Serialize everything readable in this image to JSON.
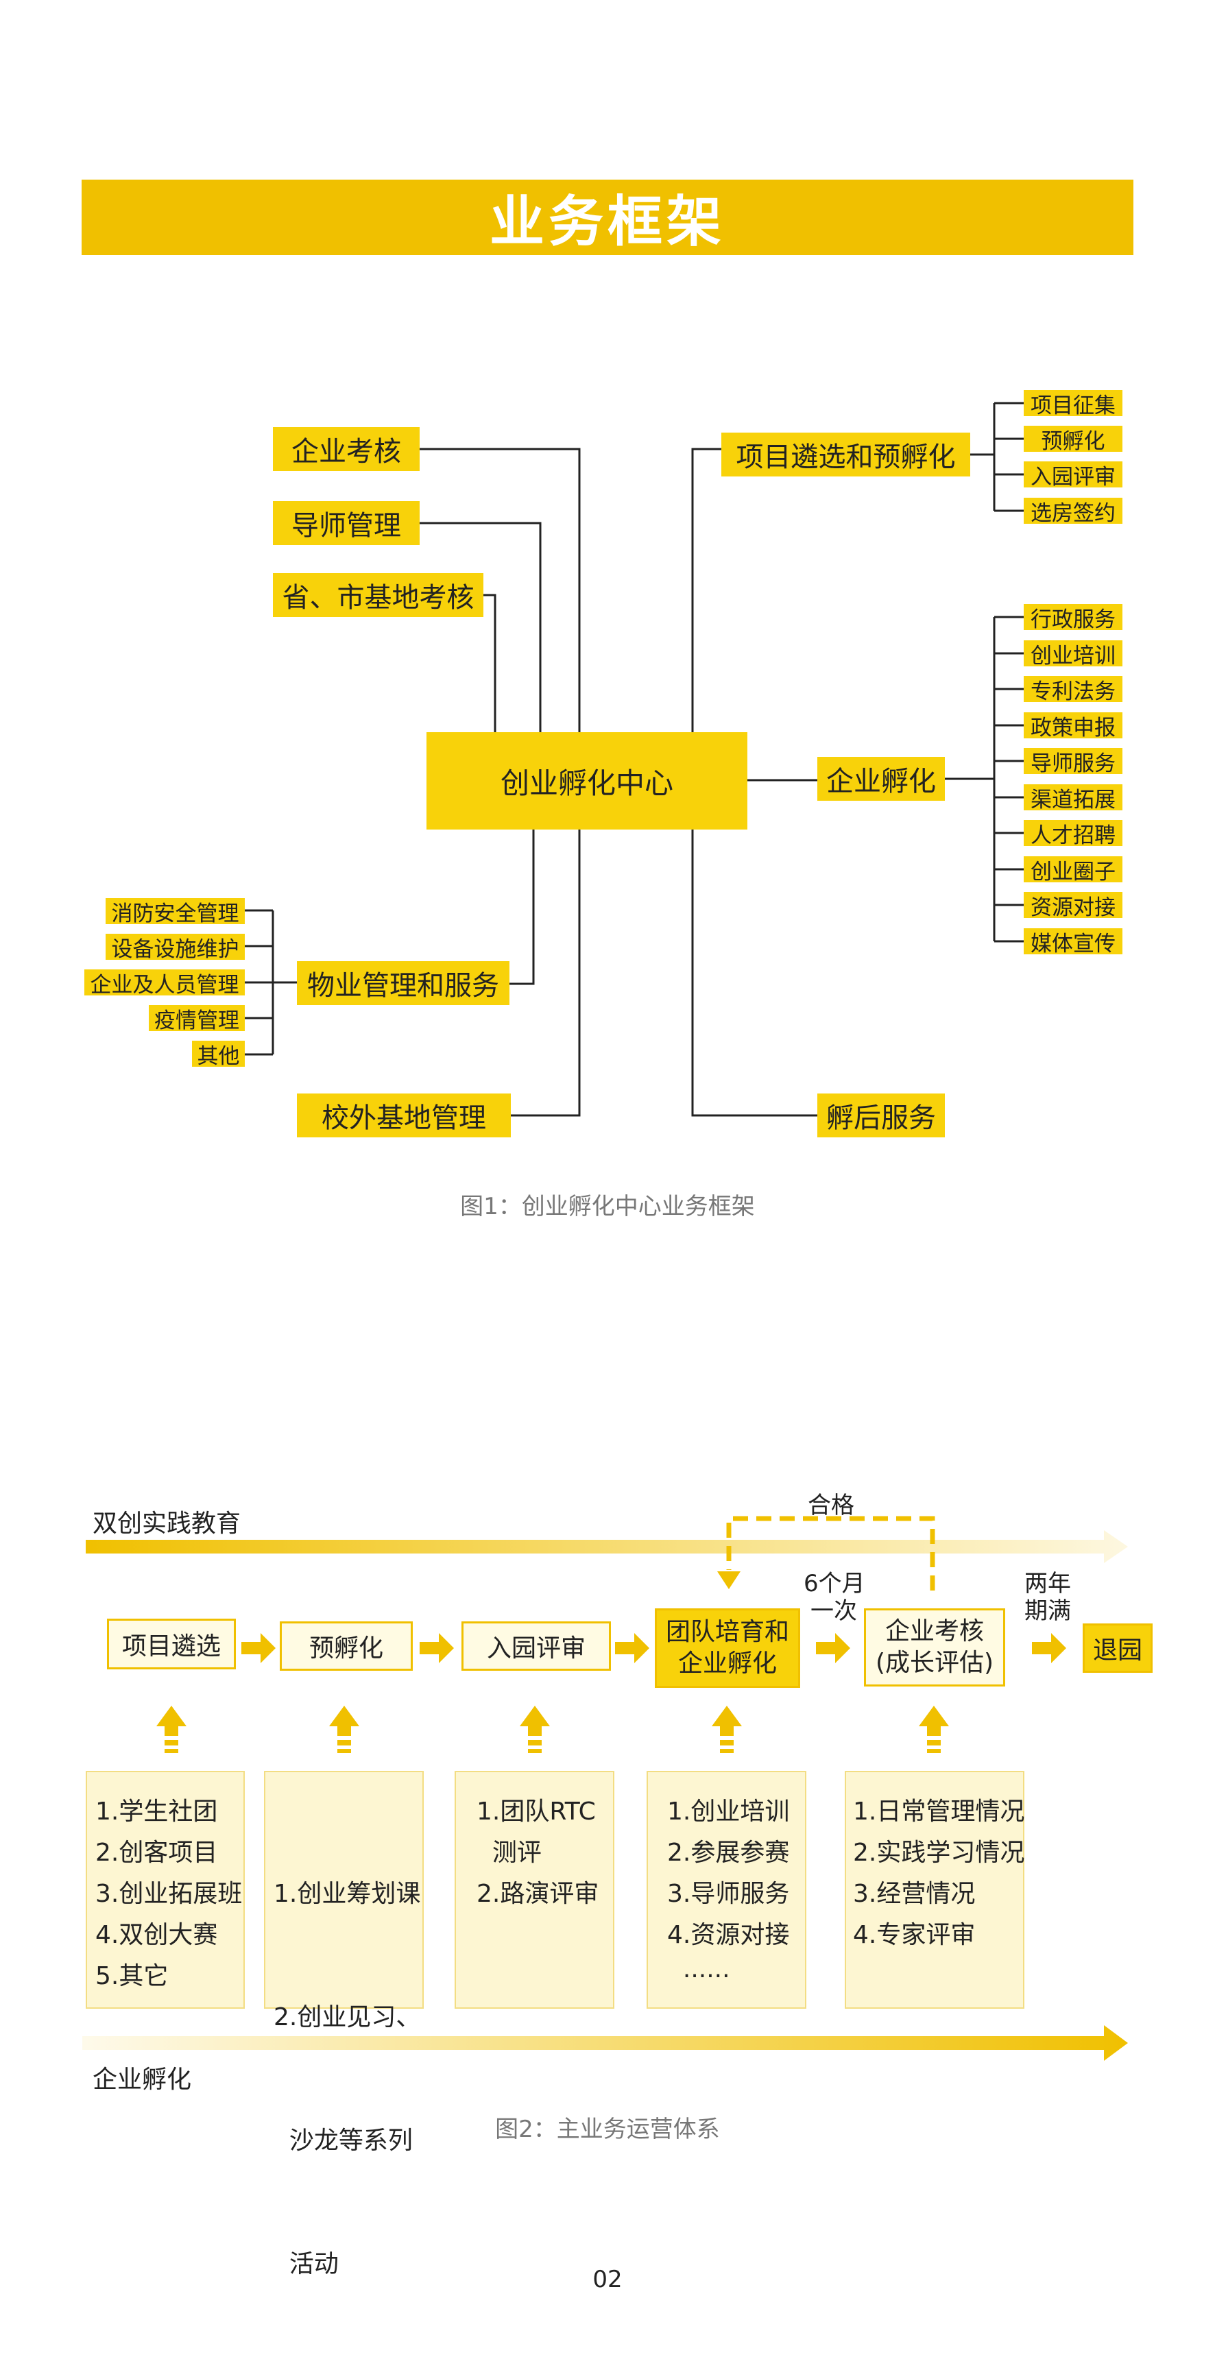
{
  "banner": {
    "title": "业务框架"
  },
  "fig1": {
    "center": "创业孵化中心",
    "left_top": [
      "企业考核",
      "导师管理",
      "省、市基地考核"
    ],
    "property": {
      "label": "物业管理和服务",
      "items": [
        "消防安全管理",
        "设备设施维护",
        "企业及人员管理",
        "疫情管理",
        "其他"
      ]
    },
    "offsite": "校外基地管理",
    "project": {
      "label": "项目遴选和预孵化",
      "items": [
        "项目征集",
        "预孵化",
        "入园评审",
        "选房签约"
      ]
    },
    "incubation": {
      "label": "企业孵化",
      "items": [
        "行政服务",
        "创业培训",
        "专利法务",
        "政策申报",
        "导师服务",
        "渠道拓展",
        "人才招聘",
        "创业圈子",
        "资源对接",
        "媒体宣传"
      ]
    },
    "post": "孵后服务",
    "caption": "图1：创业孵化中心业务框架"
  },
  "fig2": {
    "top_band": "双创实践教育",
    "bottom_band": "企业孵化",
    "qualified": "合格",
    "six_months": [
      "6个月",
      "一次"
    ],
    "two_years": [
      "两年",
      "期满"
    ],
    "stages": [
      {
        "label": [
          "项目遴选"
        ],
        "details": [
          "1.学生社团",
          "2.创客项目",
          "3.创业拓展班",
          "4.双创大赛",
          "5.其它"
        ]
      },
      {
        "label": [
          "预孵化"
        ],
        "details": [
          "1.创业筹划课",
          "2.创业见习、",
          "  沙龙等系列",
          "  活动"
        ]
      },
      {
        "label": [
          "入园评审"
        ],
        "details": [
          "1.团队RTC",
          "  测评",
          "2.路演评审"
        ]
      },
      {
        "label": [
          "团队培育和",
          "企业孵化"
        ],
        "details": [
          "1.创业培训",
          "2.参展参赛",
          "3.导师服务",
          "4.资源对接",
          "  ······"
        ]
      },
      {
        "label": [
          "企业考核",
          "(成长评估)"
        ],
        "details": [
          "1.日常管理情况",
          "2.实践学习情况",
          "3.经营情况",
          "4.专家评审"
        ]
      }
    ],
    "exit": "退园",
    "caption": "图2：主业务运营体系"
  },
  "page_number": "02",
  "colors": {
    "accent": "#f0c000",
    "box": "#f8d20a",
    "light": "#fdf6d2",
    "line": "#222222"
  }
}
